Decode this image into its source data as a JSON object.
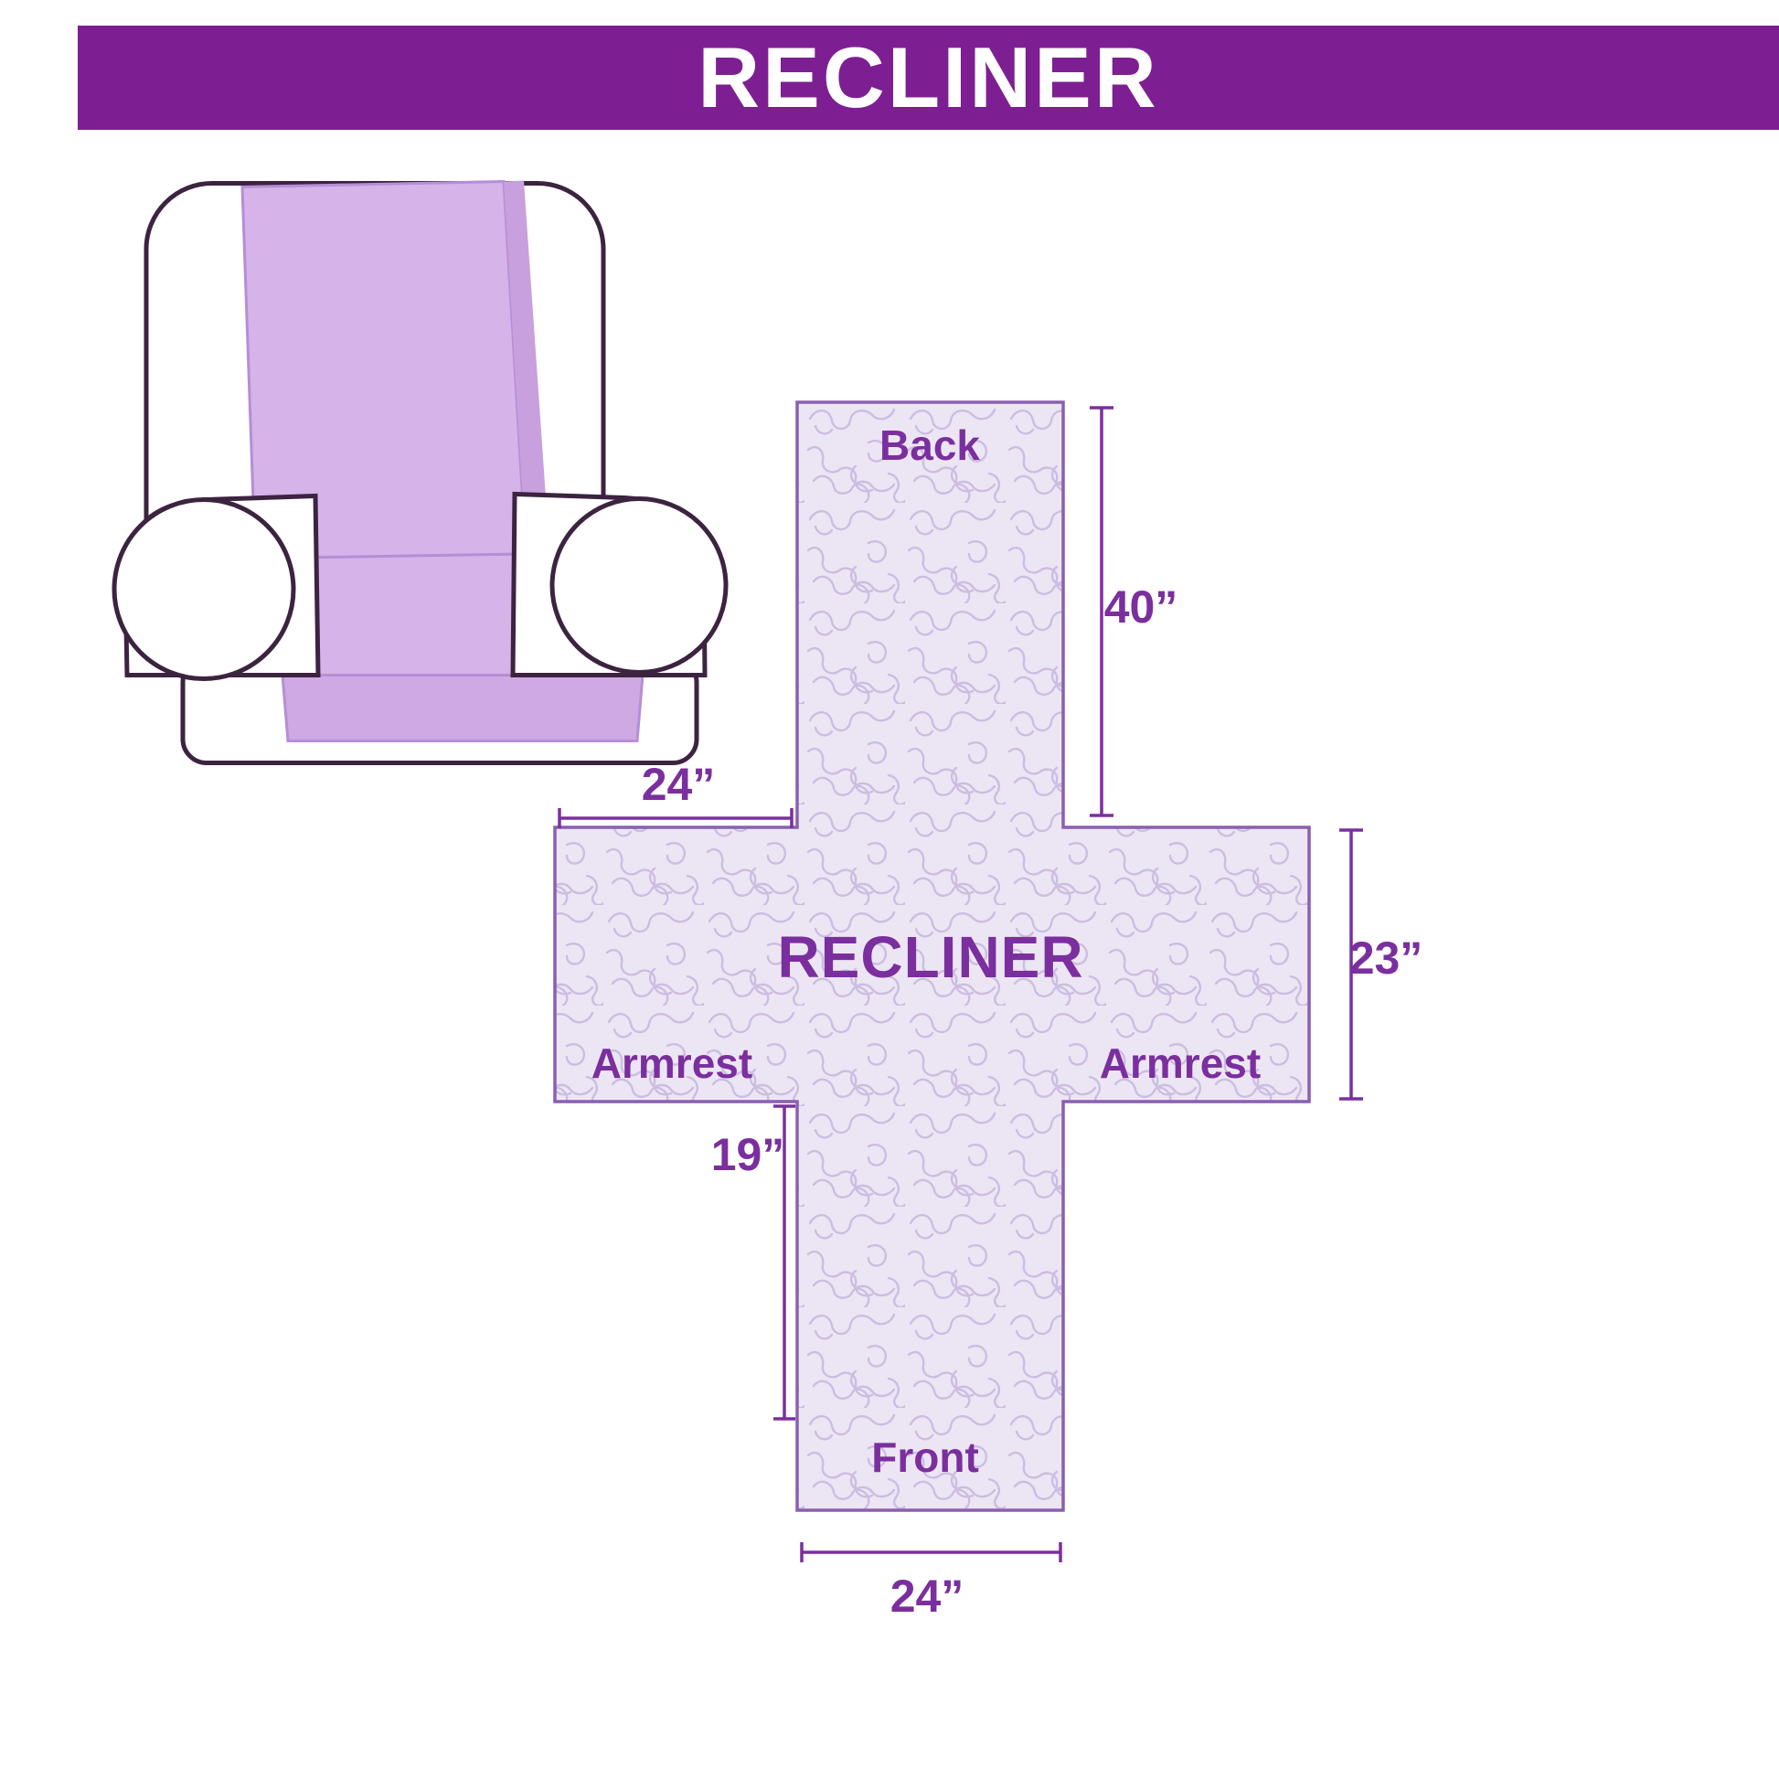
{
  "header": {
    "title": "RECLINER",
    "bg_color": "#7d1f92",
    "text_color": "#ffffff"
  },
  "chair": {
    "description": "armchair line illustration with lavender slipcover",
    "cover_color": "#d6b3e8",
    "outline_color": "#3c2340"
  },
  "diagram": {
    "center_label": "RECLINER",
    "sections": {
      "back": "Back",
      "front": "Front",
      "armrest_left": "Armrest",
      "armrest_right": "Armrest"
    },
    "dimensions": {
      "back_height": "40”",
      "top_width": "24”",
      "armrest_height": "23”",
      "front_height": "19”",
      "front_width": "24”"
    },
    "colors": {
      "fill": "#ece6f4",
      "pattern_line": "#ccbde1",
      "border": "#8a5fb0",
      "text": "#7b2f9e",
      "dimension_line": "#7b2f9e"
    }
  }
}
